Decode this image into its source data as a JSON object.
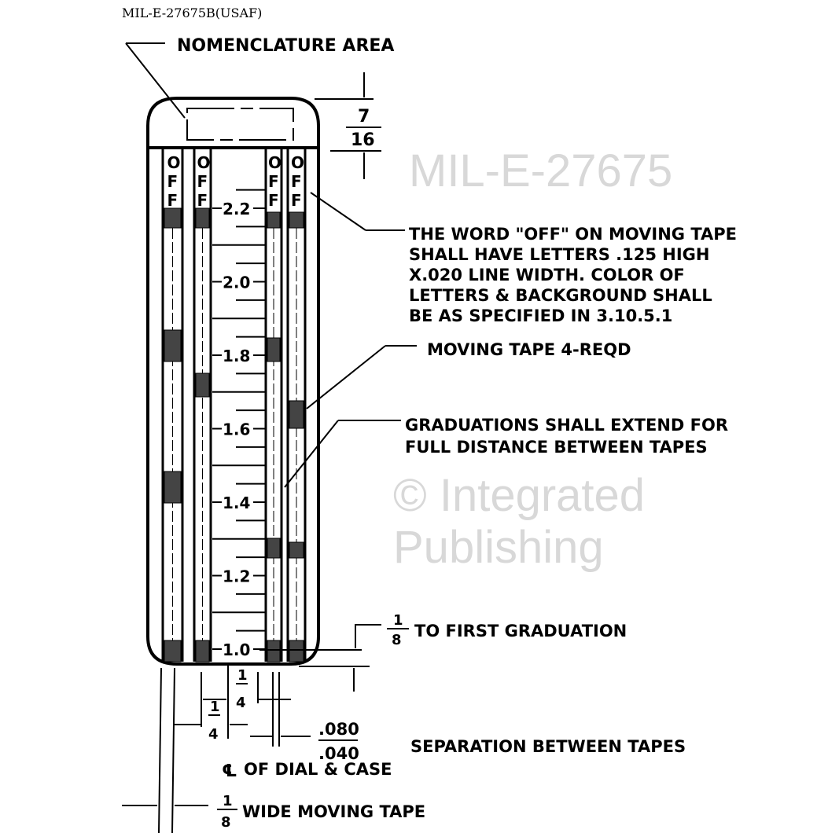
{
  "header": {
    "doc_id": "MIL-E-27675B(USAF)"
  },
  "watermark": {
    "line1": "© Integrated Publishing",
    "line2": "MIL-E-27675"
  },
  "callouts": {
    "nomenclature": "NOMENCLATURE AREA",
    "off_note": [
      "THE WORD \"OFF\" ON MOVING TAPE",
      "SHALL HAVE LETTERS .125 HIGH",
      "X.020 LINE WIDTH. COLOR OF",
      "LETTERS & BACKGROUND SHALL",
      "BE AS SPECIFIED IN 3.10.5.1"
    ],
    "moving_tape": "MOVING TAPE 4-REQD",
    "graduations": [
      "GRADUATIONS SHALL EXTEND FOR",
      "FULL DISTANCE BETWEEN TAPES"
    ],
    "first_grad": "TO FIRST GRADUATION",
    "separation": "SEPARATION BETWEEN TAPES",
    "centerline": "OF DIAL & CASE",
    "wide_tape": "WIDE MOVING TAPE"
  },
  "dimensions": {
    "top_num": "7",
    "top_den": "16",
    "first_num": "1",
    "first_den": "8",
    "quarter_num": "1",
    "quarter_den": "4",
    "sep_top": ".080",
    "sep_bottom": ".040",
    "tape_num": "1",
    "tape_den": "8",
    "centerline_symbol": "℄"
  },
  "tape_flag": {
    "letters": [
      "O",
      "F",
      "F"
    ]
  },
  "scale": {
    "labels": [
      "2.2",
      "2.0",
      "1.8",
      "1.6",
      "1.4",
      "1.2",
      "1.0"
    ]
  }
}
